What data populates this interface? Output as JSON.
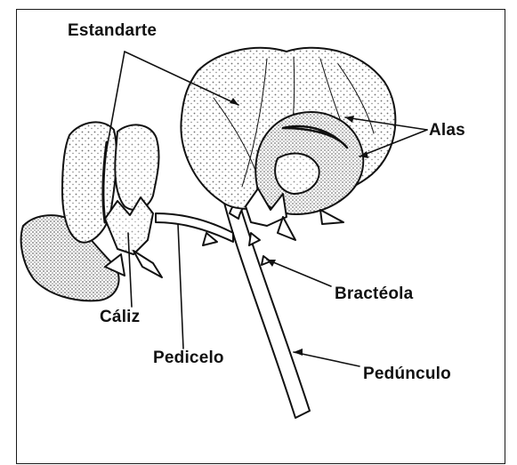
{
  "labels": {
    "estandarte": "Estandarte",
    "alas": "Alas",
    "caliz": "Cáliz",
    "pedicelo": "Pedicelo",
    "bracteola": "Bractéola",
    "pedunculo": "Pedúnculo"
  },
  "colors": {
    "ink": "#111111",
    "paper": "#ffffff"
  }
}
